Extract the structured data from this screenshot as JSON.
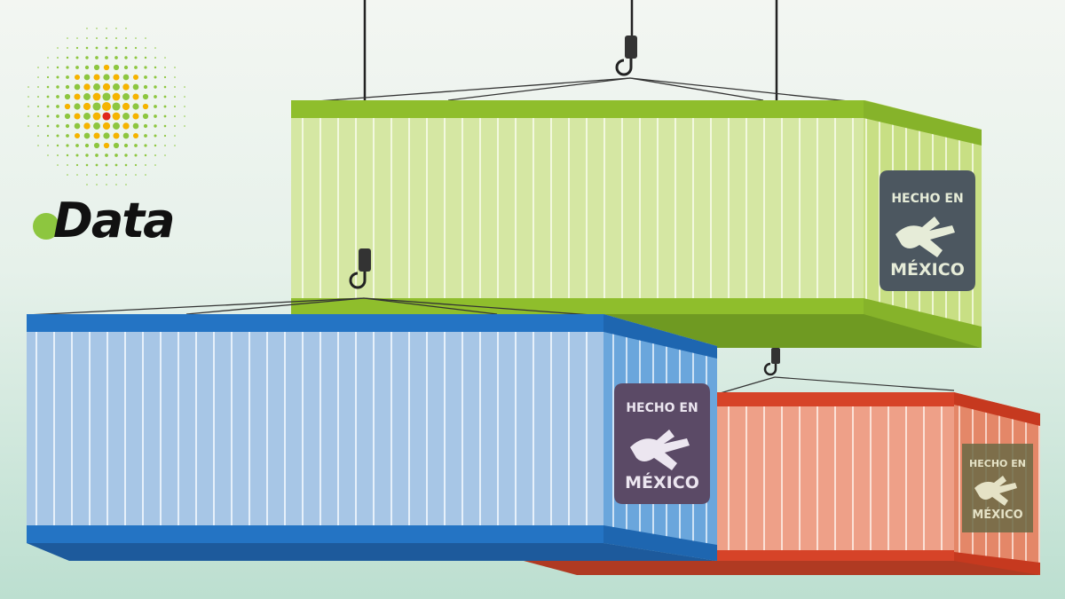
{
  "brand": {
    "word": "Data"
  },
  "containers": [
    {
      "id": "green",
      "label_top": "HECHO EN",
      "label_bottom": "MÉXICO"
    },
    {
      "id": "blue",
      "label_top": "HECHO EN",
      "label_bottom": "MÉXICO"
    },
    {
      "id": "red",
      "label_top": "HECHO EN",
      "label_bottom": "MÉXICO"
    }
  ],
  "colors": {
    "green_front": "#d4e6a0",
    "green_frame": "#8fbe2c",
    "blue_front": "#a7c6e6",
    "blue_frame": "#2474c4",
    "red_front": "#eea088",
    "red_frame": "#d64328",
    "badge_dark": "#4c5760",
    "badge_purple": "#5b4a66",
    "badge_olive": "#6b6a45",
    "logo_green": "#8dc63f",
    "logo_yellow": "#f5b400",
    "logo_red": "#e0261b"
  }
}
